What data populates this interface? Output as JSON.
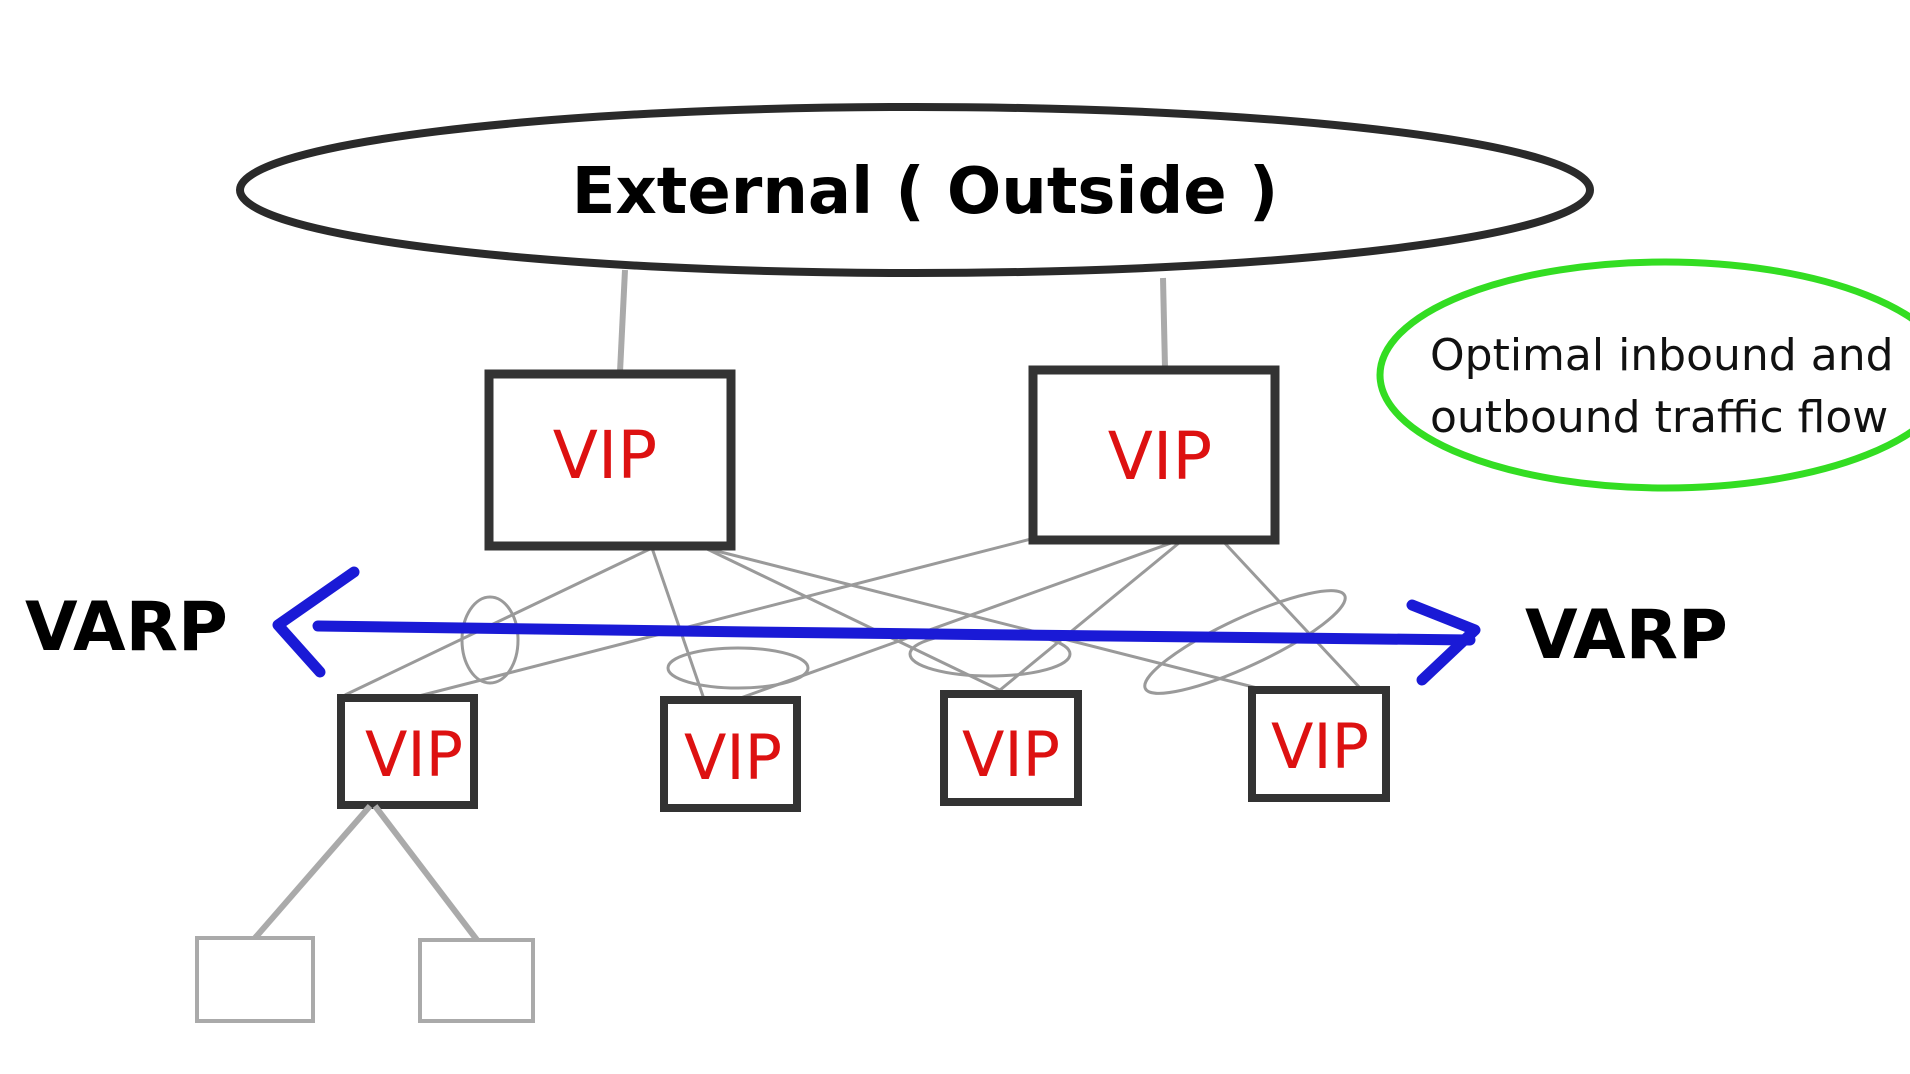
{
  "external": {
    "label": "External ( Outside )"
  },
  "top_vips": [
    {
      "label": "VIP"
    },
    {
      "label": "VIP"
    }
  ],
  "bottom_vips": [
    {
      "label": "VIP"
    },
    {
      "label": "VIP"
    },
    {
      "label": "VIP"
    },
    {
      "label": "VIP"
    }
  ],
  "varp": {
    "left_label": "VARP",
    "right_label": "VARP"
  },
  "note": {
    "line1": "Optimal inbound and",
    "line2": "outbound traffic flow"
  },
  "colors": {
    "vip_text": "#dd1111",
    "varp_arrow": "#1a1ad6",
    "note_outline": "#33dd22",
    "box_border": "#333333",
    "links": "#999999"
  }
}
